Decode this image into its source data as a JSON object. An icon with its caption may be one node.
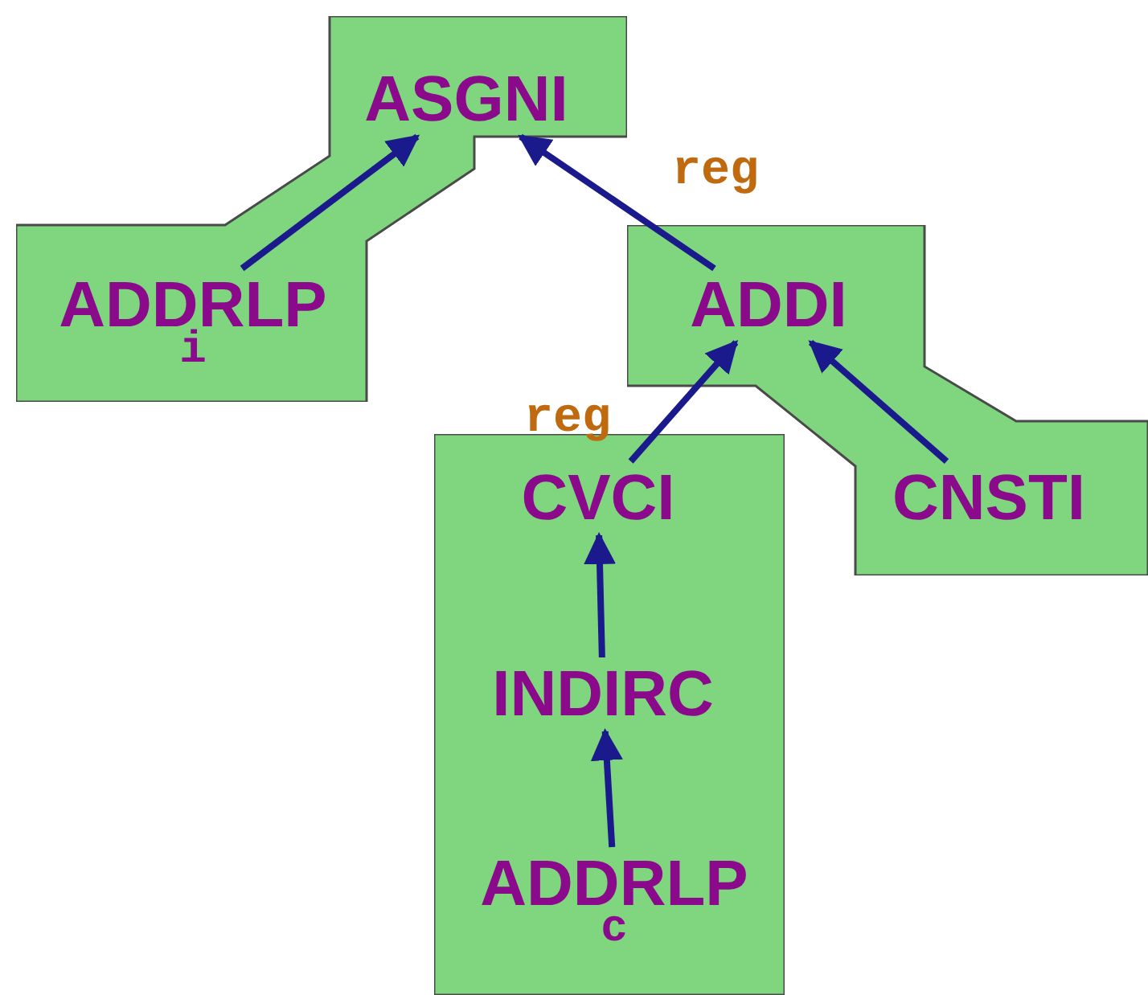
{
  "diagram": {
    "nodes": [
      {
        "text": [],
        "shape": "box"
      },
      {
        "text": [
          "ASGNI"
        ],
        "in": 0
      },
      {
        "text": [
          "ADDRLP"
        ],
        "in": 0,
        "beside": [
          "i"
        ]
      },
      {
        "text": [],
        "shape": "box"
      },
      {
        "text": [
          "ADDI"
        ],
        "in": 3
      },
      {
        "text": [
          "CNSTI"
        ],
        "in": 3
      },
      {
        "text": [],
        "shape": "box"
      },
      {
        "text": [
          "CVCI"
        ],
        "in": 6
      },
      {
        "text": [
          "INDIRC"
        ],
        "in": 6
      },
      {
        "text": [
          "ADDRLP"
        ],
        "in": 6,
        "beside": [
          "c"
        ]
      }
    ],
    "edges": [
      {
        "from": 2,
        "to": 1,
        "arrow": "to"
      },
      {
        "from": 4,
        "to": 1,
        "arrow": "to",
        "label": "reg"
      },
      {
        "from": 7,
        "to": 4,
        "arrow": "to",
        "label": "reg"
      },
      {
        "from": 5,
        "to": 4,
        "arrow": "to"
      },
      {
        "from": 8,
        "to": 7,
        "arrow": "to"
      },
      {
        "from": 9,
        "to": 8,
        "arrow": "to"
      }
    ]
  }
}
